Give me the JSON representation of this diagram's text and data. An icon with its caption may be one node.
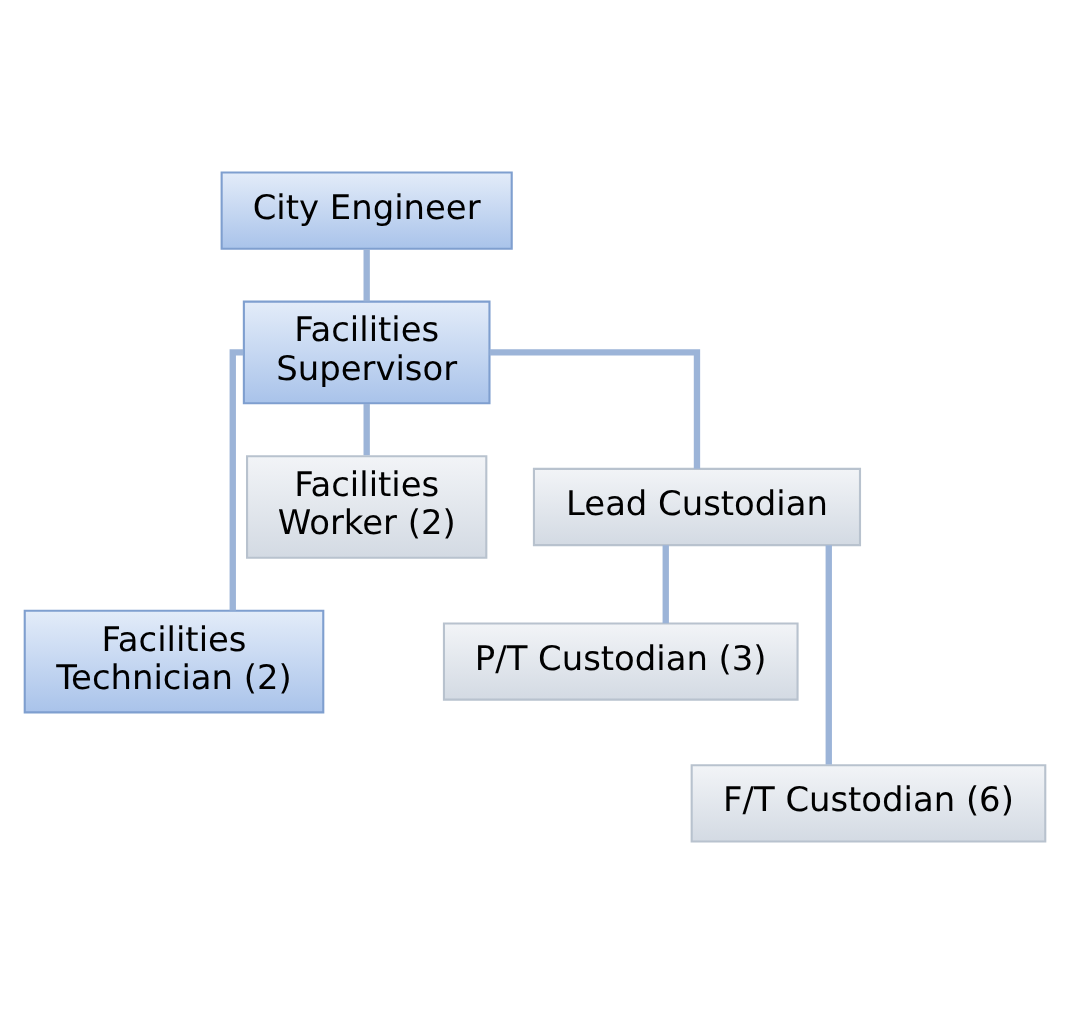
{
  "diagram": {
    "nodes": [
      {
        "text": [
          "City Engineer"
        ]
      },
      {
        "text": [
          "Facilities Supervisor"
        ]
      },
      {
        "text": [
          "Facilities Technician (2)"
        ]
      },
      {
        "text": [
          "Facilities Worker (2)"
        ]
      },
      {
        "text": [
          "Lead Custodian"
        ]
      },
      {
        "text": [
          "P/T Custodian (3)"
        ]
      },
      {
        "text": [
          "F/T Custodian (6)"
        ]
      }
    ],
    "edges": [
      {
        "from": 0,
        "to": 1,
        "arrow": "none"
      },
      {
        "from": 1,
        "to": 2,
        "arrow": "none"
      },
      {
        "from": 1,
        "to": 3,
        "arrow": "none"
      },
      {
        "from": 1,
        "to": 4,
        "arrow": "none"
      },
      {
        "from": 4,
        "to": 5,
        "arrow": "none"
      },
      {
        "from": 4,
        "to": 6,
        "arrow": "none"
      }
    ]
  }
}
